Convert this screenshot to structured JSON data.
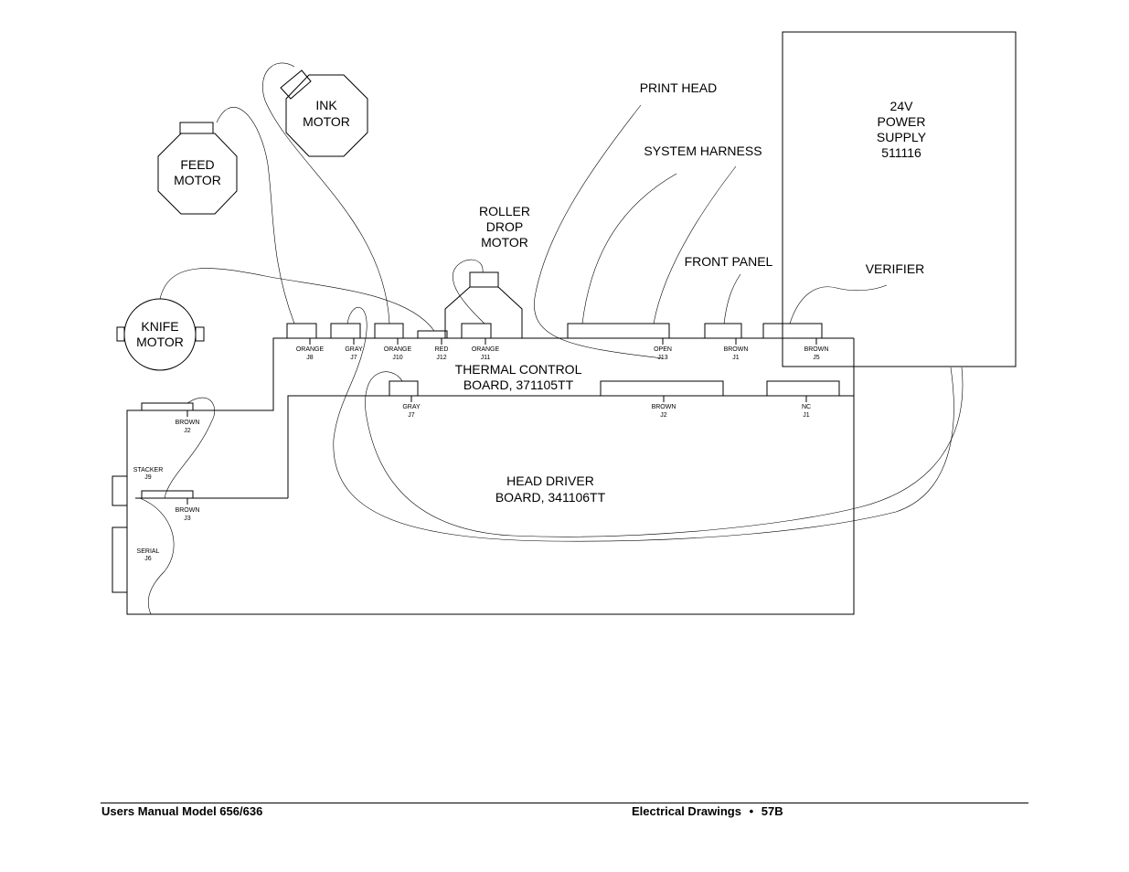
{
  "components": {
    "feed_motor": [
      "FEED",
      "MOTOR"
    ],
    "ink_motor": [
      "INK",
      "MOTOR"
    ],
    "knife_motor": [
      "KNIFE",
      "MOTOR"
    ],
    "roller_drop_motor": [
      "ROLLER",
      "DROP",
      "MOTOR"
    ],
    "power_supply": [
      "24V",
      "POWER",
      "SUPPLY",
      "511116"
    ],
    "print_head": "PRINT HEAD",
    "system_harness": "SYSTEM HARNESS",
    "front_panel": "FRONT PANEL",
    "verifier": "VERIFIER",
    "thermal_board": [
      "THERMAL CONTROL",
      "BOARD, 371105TT"
    ],
    "head_driver_board": [
      "HEAD DRIVER",
      "BOARD, 341106TT"
    ]
  },
  "thermal_connectors": [
    {
      "color": "ORANGE",
      "id": "J8"
    },
    {
      "color": "GRAY",
      "id": "J7"
    },
    {
      "color": "ORANGE",
      "id": "J10"
    },
    {
      "color": "RED",
      "id": "J12"
    },
    {
      "color": "ORANGE",
      "id": "J11"
    },
    {
      "color": "OPEN",
      "id": "J13"
    },
    {
      "color": "BROWN",
      "id": "J1"
    },
    {
      "color": "BROWN",
      "id": "J5"
    }
  ],
  "head_connectors": [
    {
      "color": "GRAY",
      "id": "J7"
    },
    {
      "color": "BROWN",
      "id": "J2"
    },
    {
      "color": "NC",
      "id": "J1"
    }
  ],
  "left_connectors": [
    {
      "color": "BROWN",
      "id": "J2"
    },
    {
      "color": "STACKER",
      "id": "J9"
    },
    {
      "color": "BROWN",
      "id": "J3"
    },
    {
      "color": "SERIAL",
      "id": "J6"
    }
  ],
  "footer": {
    "left": "Users Manual Model 656/636",
    "right_title": "Electrical Drawings",
    "bullet": "•",
    "page": "57B"
  }
}
